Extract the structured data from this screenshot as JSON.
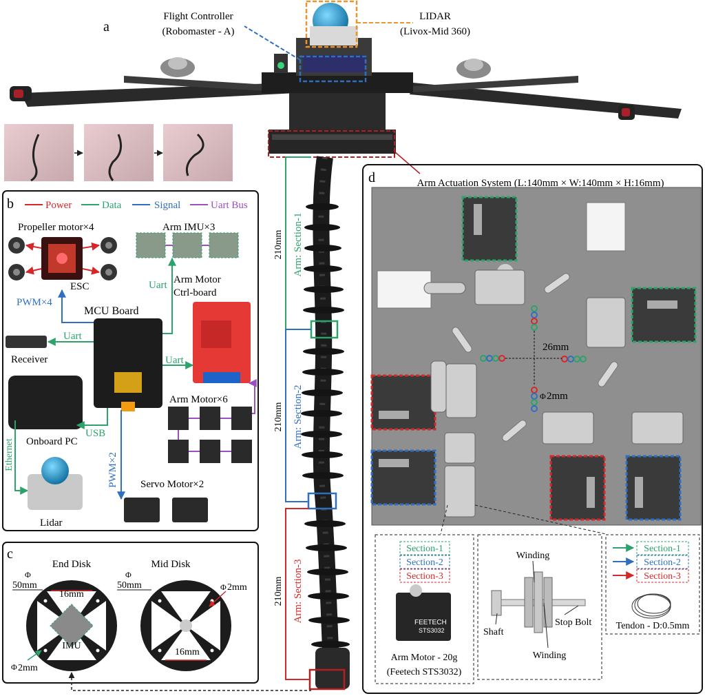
{
  "panels": {
    "a": "a",
    "b": "b",
    "c": "c",
    "d": "d"
  },
  "top": {
    "flight_controller": [
      "Flight Controller",
      "(Robomaster - A)"
    ],
    "lidar": [
      "LIDAR",
      "(Livox-Mid 360)"
    ]
  },
  "arm": {
    "section1": {
      "length": "210mm",
      "label": "Arm: Section-1"
    },
    "section2": {
      "length": "210mm",
      "label": "Arm: Section-2"
    },
    "section3": {
      "length": "210mm",
      "label": "Arm: Section-3"
    }
  },
  "panel_b": {
    "legend": {
      "power": "Power",
      "data": "Data",
      "signal": "Signal",
      "uart": "Uart Bus"
    },
    "propeller": "Propeller motor×4",
    "esc": "ESC",
    "imu": "Arm IMU×3",
    "uart1": "Uart",
    "uart2": "Uart",
    "uart3": "Uart",
    "pwm4": "PWM×4",
    "mcu": "MCU Board",
    "arm_ctrl": [
      "Arm Motor",
      "Ctrl-board"
    ],
    "receiver": "Receiver",
    "usb": "USB",
    "pc": "Onboard PC",
    "ethernet": "Ethernet",
    "lidar": "Lidar",
    "arm_motor": "Arm Motor×6",
    "pwm2": "PWM×2",
    "servo": "Servo Motor×2"
  },
  "panel_c": {
    "end_disk": "End Disk",
    "mid_disk": "Mid Disk",
    "phi": "Φ",
    "d50a": "50mm",
    "d50b": "50mm",
    "w16a": "16mm",
    "w16b": "16mm",
    "imu": "IMU",
    "h2a": "2mm",
    "h2b": "2mm"
  },
  "panel_d": {
    "title": "Arm Actuation System (L:140mm × W:140mm × H:16mm)",
    "dim26": "26mm",
    "dim2": "2mm",
    "sec1": "Section-1",
    "sec2": "Section-2",
    "sec3": "Section-3",
    "motor": [
      "Arm Motor - 20g",
      "(Feetech STS3032)"
    ],
    "winding_top": "Winding",
    "winding_bottom": "Winding",
    "shaft": "Shaft",
    "stop_bolt": "Stop Bolt",
    "tendon": "Tendon - D:0.5mm",
    "brand": "FEETECH",
    "model": "STS3032"
  },
  "colors": {
    "power": "#d62828",
    "data": "#2ba36b",
    "signal": "#2f6fc0",
    "uart": "#9b4fc0",
    "lidar": "#f0932b"
  }
}
